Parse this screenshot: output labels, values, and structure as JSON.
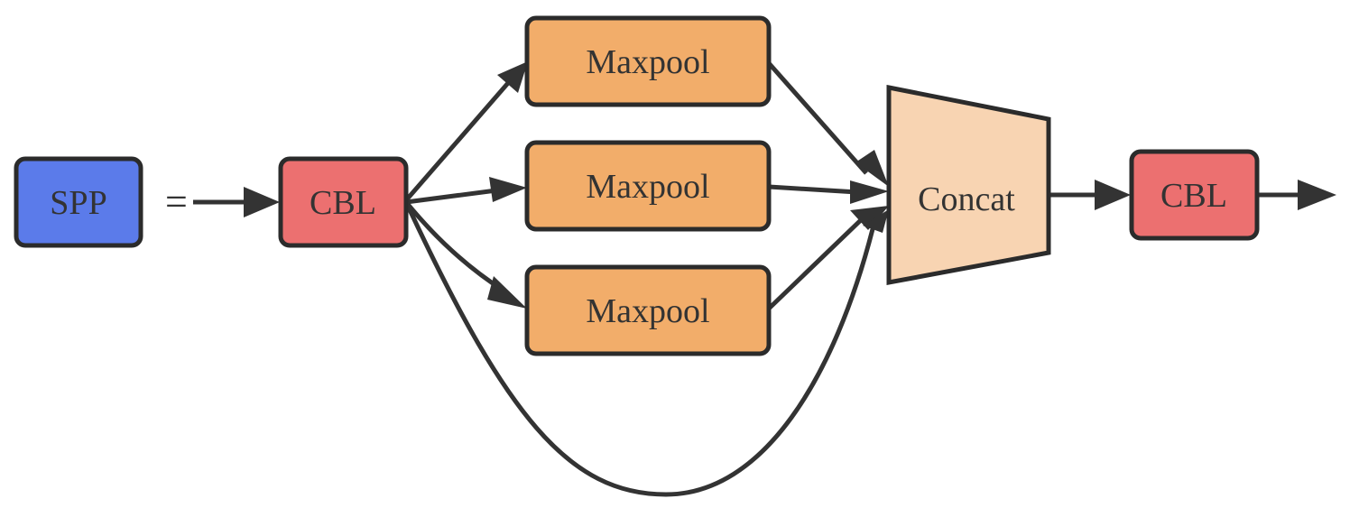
{
  "nodes": {
    "spp": {
      "label": "SPP",
      "color": "#5b7bea"
    },
    "cbl_in": {
      "label": "CBL",
      "color": "#ec7070"
    },
    "maxpool_1": {
      "label": "Maxpool",
      "color": "#f2ad6a"
    },
    "maxpool_2": {
      "label": "Maxpool",
      "color": "#f2ad6a"
    },
    "maxpool_3": {
      "label": "Maxpool",
      "color": "#f2ad6a"
    },
    "concat": {
      "label": "Concat",
      "color": "#f8d4b2"
    },
    "cbl_out": {
      "label": "CBL",
      "color": "#ec7070"
    }
  },
  "equals_sign": "=",
  "edges": [
    {
      "from": "equals_sign",
      "to": "cbl_in"
    },
    {
      "from": "cbl_in",
      "to": "maxpool_1"
    },
    {
      "from": "cbl_in",
      "to": "maxpool_2"
    },
    {
      "from": "cbl_in",
      "to": "maxpool_3"
    },
    {
      "from": "cbl_in",
      "to": "concat"
    },
    {
      "from": "maxpool_1",
      "to": "concat"
    },
    {
      "from": "maxpool_2",
      "to": "concat"
    },
    {
      "from": "maxpool_3",
      "to": "concat"
    },
    {
      "from": "concat",
      "to": "cbl_out"
    },
    {
      "from": "cbl_out",
      "to": "output"
    }
  ]
}
